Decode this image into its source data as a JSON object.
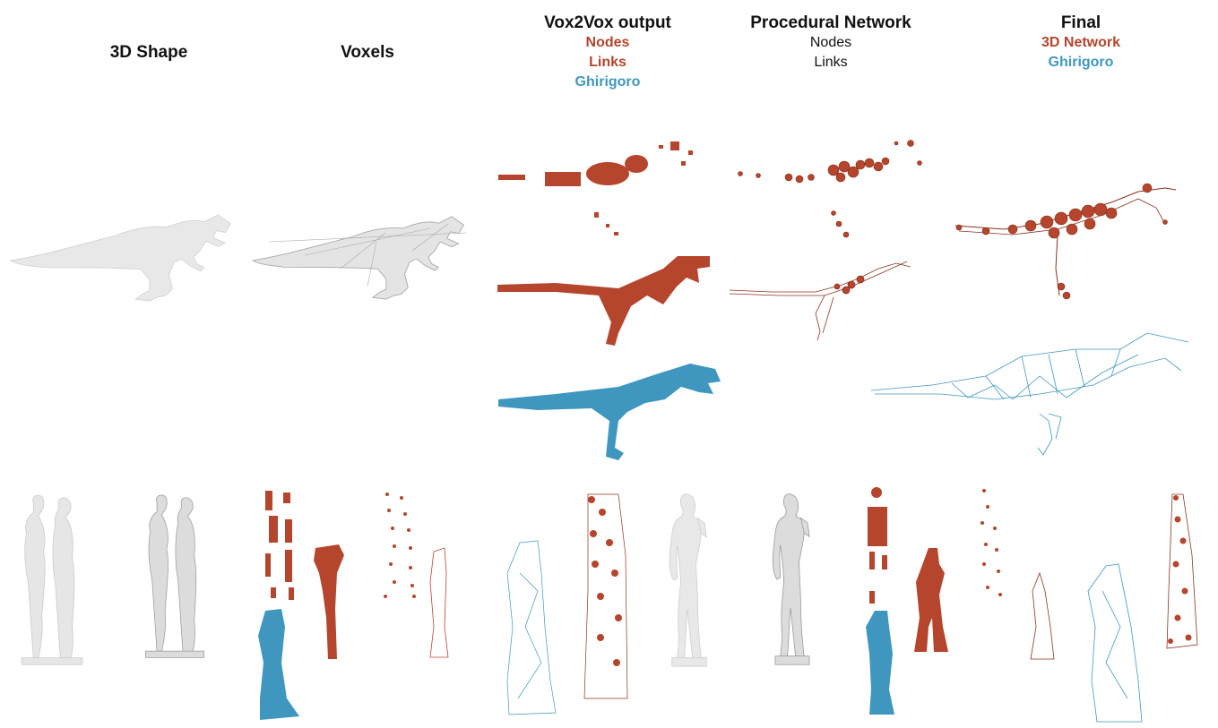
{
  "headers": {
    "shape": {
      "title": "3D Shape"
    },
    "voxels": {
      "title": "Voxels"
    },
    "vox2vox": {
      "title": "Vox2Vox output",
      "line1": "Nodes",
      "line2": "Links",
      "line3": "Ghirigoro"
    },
    "procedural": {
      "title": "Procedural Network",
      "line1": "Nodes",
      "line2": "Links"
    },
    "final": {
      "title": "Final",
      "line1": "3D Network",
      "line2": "Ghirigoro"
    }
  },
  "colors": {
    "nodes": "#b5452c",
    "ghirigoro": "#3f97bf",
    "shape": "#e8e8e8",
    "shape_edge": "#c9c9c9",
    "voxel_line": "#9c9c9c"
  }
}
